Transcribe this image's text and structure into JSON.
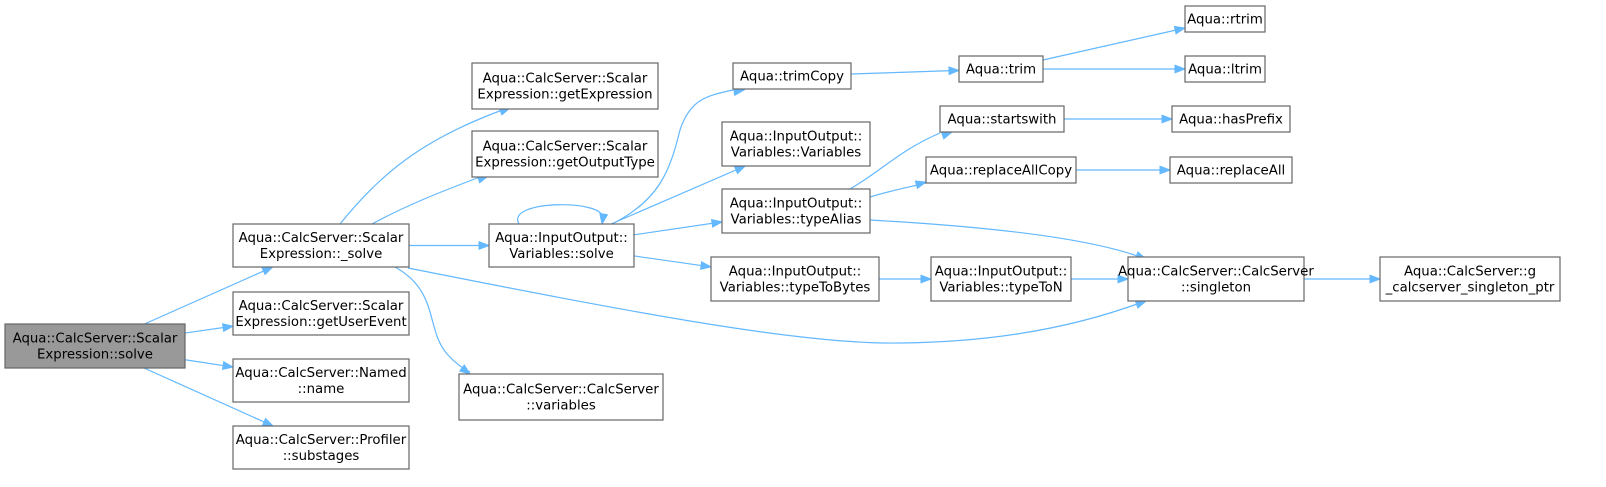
{
  "colors": {
    "edge": "#63b8ff",
    "node_border": "#666666",
    "root_fill": "#999999",
    "node_fill": "#ffffff"
  },
  "nodes": [
    {
      "id": "solve_root",
      "lines": [
        "Aqua::CalcServer::Scalar",
        "Expression::solve"
      ],
      "root": true
    },
    {
      "id": "_solve",
      "lines": [
        "Aqua::CalcServer::Scalar",
        "Expression::_solve"
      ]
    },
    {
      "id": "getUserEvent",
      "lines": [
        "Aqua::CalcServer::Scalar",
        "Expression::getUserEvent"
      ]
    },
    {
      "id": "named_name",
      "lines": [
        "Aqua::CalcServer::Named",
        "::name"
      ]
    },
    {
      "id": "substages",
      "lines": [
        "Aqua::CalcServer::Profiler",
        "::substages"
      ]
    },
    {
      "id": "getExpression",
      "lines": [
        "Aqua::CalcServer::Scalar",
        "Expression::getExpression"
      ]
    },
    {
      "id": "getOutputType",
      "lines": [
        "Aqua::CalcServer::Scalar",
        "Expression::getOutputType"
      ]
    },
    {
      "id": "vars_solve",
      "lines": [
        "Aqua::InputOutput::",
        "Variables::solve"
      ]
    },
    {
      "id": "cs_variables",
      "lines": [
        "Aqua::CalcServer::CalcServer",
        "::variables"
      ]
    },
    {
      "id": "trimCopy",
      "lines": [
        "Aqua::trimCopy"
      ]
    },
    {
      "id": "vars_ctor",
      "lines": [
        "Aqua::InputOutput::",
        "Variables::Variables"
      ]
    },
    {
      "id": "typeAlias",
      "lines": [
        "Aqua::InputOutput::",
        "Variables::typeAlias"
      ]
    },
    {
      "id": "typeToBytes",
      "lines": [
        "Aqua::InputOutput::",
        "Variables::typeToBytes"
      ]
    },
    {
      "id": "trim",
      "lines": [
        "Aqua::trim"
      ]
    },
    {
      "id": "startswith",
      "lines": [
        "Aqua::startswith"
      ]
    },
    {
      "id": "replaceAllCopy",
      "lines": [
        "Aqua::replaceAllCopy"
      ]
    },
    {
      "id": "typeToN",
      "lines": [
        "Aqua::InputOutput::",
        "Variables::typeToN"
      ]
    },
    {
      "id": "rtrim",
      "lines": [
        "Aqua::rtrim"
      ]
    },
    {
      "id": "ltrim",
      "lines": [
        "Aqua::ltrim"
      ]
    },
    {
      "id": "hasPrefix",
      "lines": [
        "Aqua::hasPrefix"
      ]
    },
    {
      "id": "replaceAll",
      "lines": [
        "Aqua::replaceAll"
      ]
    },
    {
      "id": "singleton",
      "lines": [
        "Aqua::CalcServer::CalcServer",
        "::singleton"
      ]
    },
    {
      "id": "g_ptr",
      "lines": [
        "Aqua::CalcServer::g",
        "_calcserver_singleton_ptr"
      ]
    }
  ],
  "edges": [
    {
      "from": "solve_root",
      "to": "_solve"
    },
    {
      "from": "solve_root",
      "to": "getUserEvent"
    },
    {
      "from": "solve_root",
      "to": "named_name"
    },
    {
      "from": "solve_root",
      "to": "substages"
    },
    {
      "from": "_solve",
      "to": "getExpression"
    },
    {
      "from": "_solve",
      "to": "getOutputType"
    },
    {
      "from": "_solve",
      "to": "vars_solve"
    },
    {
      "from": "_solve",
      "to": "cs_variables"
    },
    {
      "from": "_solve",
      "to": "singleton"
    },
    {
      "from": "vars_solve",
      "to": "vars_solve"
    },
    {
      "from": "vars_solve",
      "to": "trimCopy"
    },
    {
      "from": "vars_solve",
      "to": "vars_ctor"
    },
    {
      "from": "vars_solve",
      "to": "typeAlias"
    },
    {
      "from": "vars_solve",
      "to": "typeToBytes"
    },
    {
      "from": "trimCopy",
      "to": "trim"
    },
    {
      "from": "trim",
      "to": "rtrim"
    },
    {
      "from": "trim",
      "to": "ltrim"
    },
    {
      "from": "typeAlias",
      "to": "startswith"
    },
    {
      "from": "typeAlias",
      "to": "replaceAllCopy"
    },
    {
      "from": "typeAlias",
      "to": "singleton"
    },
    {
      "from": "startswith",
      "to": "hasPrefix"
    },
    {
      "from": "replaceAllCopy",
      "to": "replaceAll"
    },
    {
      "from": "typeToBytes",
      "to": "typeToN"
    },
    {
      "from": "typeToN",
      "to": "singleton"
    },
    {
      "from": "singleton",
      "to": "g_ptr"
    }
  ]
}
